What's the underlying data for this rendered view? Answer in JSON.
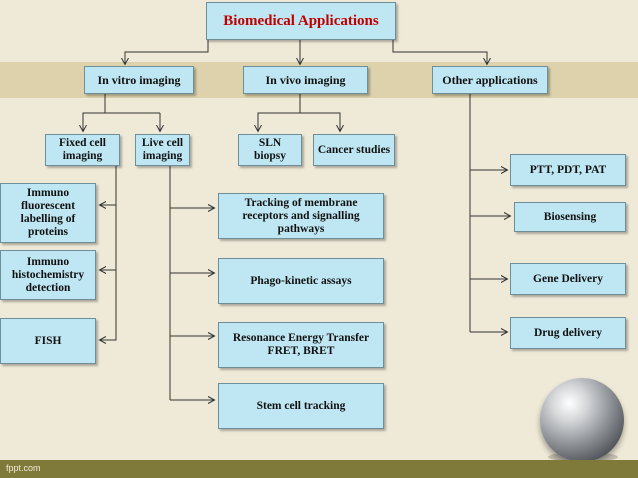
{
  "title": "Biomedical Applications",
  "categories": {
    "in_vitro": "In vitro imaging",
    "in_vivo": "In vivo imaging",
    "other": "Other applications"
  },
  "in_vitro": {
    "fixed_cell": "Fixed cell imaging",
    "live_cell": "Live cell imaging"
  },
  "in_vivo": {
    "sln_biopsy": "SLN biopsy",
    "cancer_studies": "Cancer studies"
  },
  "fixed_cell_items": {
    "immunofluorescent": "Immuno fluorescent labelling of proteins",
    "immunohistochemistry": "Immuno histochemistry detection",
    "fish": "FISH"
  },
  "live_cell_items": {
    "tracking": "Tracking of membrane receptors and signalling pathways",
    "phago": "Phago-kinetic assays",
    "resonance": "Resonance Energy Transfer FRET, BRET",
    "stem_cell": "Stem cell tracking"
  },
  "other_items": {
    "ptt": "PTT, PDT, PAT",
    "biosensing": "Biosensing",
    "gene": "Gene Delivery",
    "drug": "Drug delivery"
  },
  "footer": "fppt.com",
  "colors": {
    "box_fill": "#bfe7f3",
    "title_text": "#c00000",
    "background": "#efe9d7",
    "band": "#ddd2ac",
    "footer_bar": "#7f7a3a"
  },
  "icons": {
    "decoration": "globe-icon"
  }
}
